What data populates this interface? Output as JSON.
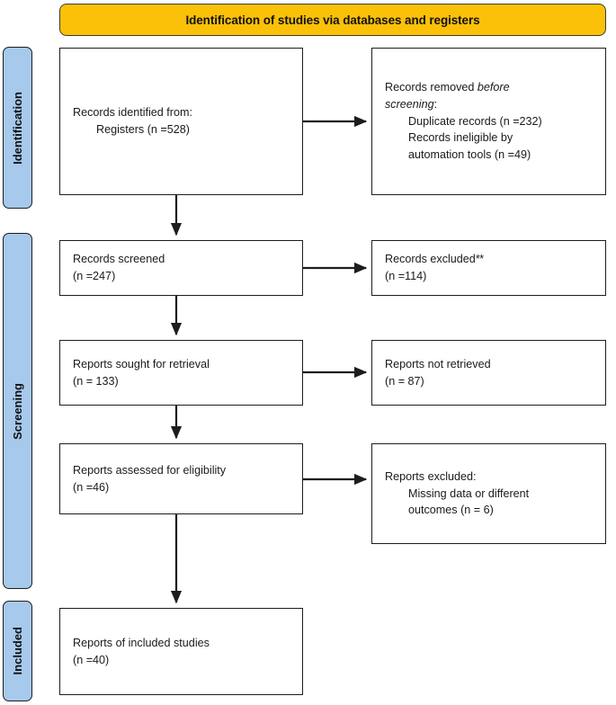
{
  "figure": {
    "type": "prisma-flow-diagram",
    "banner": {
      "title": "Identification of studies via databases and registers",
      "color": "#FBC108"
    },
    "stage_color": "#A6C9EC",
    "stages": [
      {
        "id": "identification",
        "label": "Identification"
      },
      {
        "id": "screening",
        "label": "Screening"
      },
      {
        "id": "included",
        "label": "Included"
      }
    ],
    "boxes": {
      "identified": {
        "line1": "Records identified from:",
        "line2": "Registers (n =528)"
      },
      "removed": {
        "line1_a": "Records removed ",
        "line1_b": "before",
        "line2_a": "screening",
        "line2_b": ":",
        "line3": "Duplicate records (n =232)",
        "line4": "Records ineligible by",
        "line5": "automation tools (n =49)"
      },
      "screened": {
        "line1": "Records screened",
        "line2": "(n =247)"
      },
      "excluded_records": {
        "line1_a": "Records excluded",
        "line1_b": "**",
        "line2": "(n =114)"
      },
      "sought": {
        "line1": "Reports sought for retrieval",
        "line2": "(n = 133)"
      },
      "not_retrieved": {
        "line1": "Reports not retrieved",
        "line2": "(n = 87)"
      },
      "assessed": {
        "line1": "Reports assessed for eligibility",
        "line2": "(n =46)"
      },
      "excluded_reports": {
        "line1": "Reports excluded:",
        "line2": "Missing data or different",
        "line3": "outcomes (n = 6)"
      },
      "included": {
        "line1": "Reports of included studies",
        "line2": "(n =40)"
      }
    }
  },
  "chart_data": {
    "type": "diagram",
    "title": "Identification of studies via databases and registers",
    "nodes": [
      {
        "id": "identified",
        "stage": "Identification",
        "column": "left",
        "label": "Records identified from: Registers",
        "n": 528
      },
      {
        "id": "removed",
        "stage": "Identification",
        "column": "right",
        "label": "Records removed before screening",
        "items": [
          {
            "label": "Duplicate records",
            "n": 232
          },
          {
            "label": "Records ineligible by automation tools",
            "n": 49
          }
        ]
      },
      {
        "id": "screened",
        "stage": "Screening",
        "column": "left",
        "label": "Records screened",
        "n": 247
      },
      {
        "id": "excluded_records",
        "stage": "Screening",
        "column": "right",
        "label": "Records excluded**",
        "n": 114
      },
      {
        "id": "sought",
        "stage": "Screening",
        "column": "left",
        "label": "Reports sought for retrieval",
        "n": 133
      },
      {
        "id": "not_retrieved",
        "stage": "Screening",
        "column": "right",
        "label": "Reports not retrieved",
        "n": 87
      },
      {
        "id": "assessed",
        "stage": "Screening",
        "column": "left",
        "label": "Reports assessed for eligibility",
        "n": 46
      },
      {
        "id": "excluded_reports",
        "stage": "Screening",
        "column": "right",
        "label": "Reports excluded: Missing data or different outcomes",
        "n": 6
      },
      {
        "id": "included",
        "stage": "Included",
        "column": "left",
        "label": "Reports of included studies",
        "n": 40
      }
    ],
    "edges": [
      {
        "from": "identified",
        "to": "removed",
        "direction": "right"
      },
      {
        "from": "identified",
        "to": "screened",
        "direction": "down"
      },
      {
        "from": "screened",
        "to": "excluded_records",
        "direction": "right"
      },
      {
        "from": "screened",
        "to": "sought",
        "direction": "down"
      },
      {
        "from": "sought",
        "to": "not_retrieved",
        "direction": "right"
      },
      {
        "from": "sought",
        "to": "assessed",
        "direction": "down"
      },
      {
        "from": "assessed",
        "to": "excluded_reports",
        "direction": "right"
      },
      {
        "from": "assessed",
        "to": "included",
        "direction": "down"
      }
    ]
  }
}
